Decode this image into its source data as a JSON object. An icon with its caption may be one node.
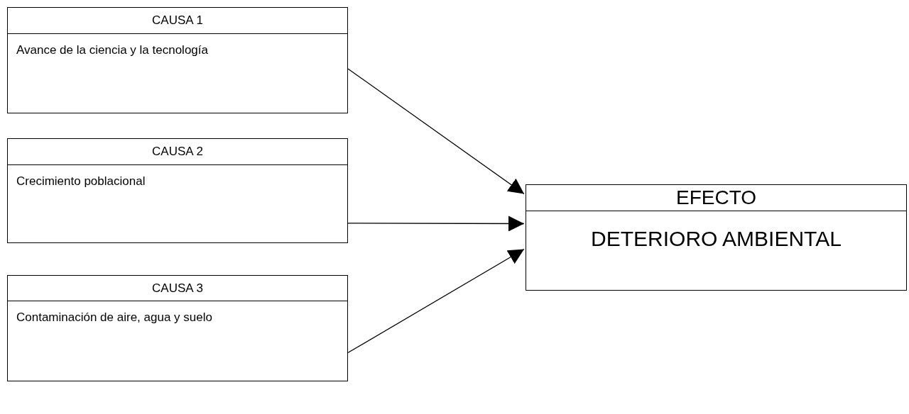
{
  "diagram": {
    "nodes": [
      {
        "text": [
          "CAUSA 1",
          "Avance de la ciencia y la tecnología"
        ]
      },
      {
        "text": [
          "CAUSA 2",
          "Crecimiento poblacional"
        ]
      },
      {
        "text": [
          "CAUSA 3",
          "Contaminación de aire, agua y suelo"
        ]
      },
      {
        "text": [
          "EFECTO",
          "DETERIORO AMBIENTAL"
        ]
      }
    ],
    "edges": [
      {
        "from": 0,
        "to": 3,
        "arrow": "to"
      },
      {
        "from": 1,
        "to": 3,
        "arrow": "to"
      },
      {
        "from": 2,
        "to": 3,
        "arrow": "to"
      }
    ]
  }
}
